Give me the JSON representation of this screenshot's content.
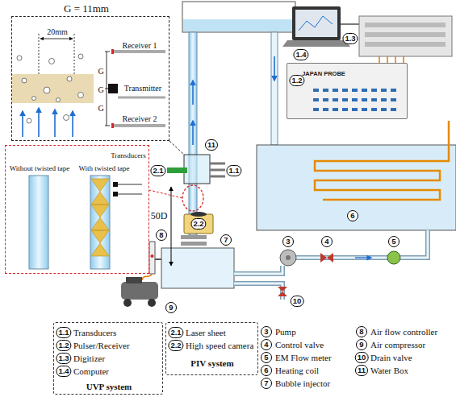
{
  "diagram": {
    "nodes": [
      {
        "text": [
          "20mm",
          "Receiver 1",
          "G",
          "G",
          "Transmitter",
          "G",
          "Receiver 2"
        ]
      },
      {
        "text": [
          "Transducers",
          "Without twisted tape",
          "With twisted tape"
        ]
      },
      {
        "text": [
          "JAPAN PROBE"
        ]
      },
      {
        "text": [
          "1.1",
          "Transducers",
          "1.2",
          "Pulser/Receiver",
          "1.3",
          "Digitizer",
          "1.4",
          "Computer",
          "UVP system"
        ]
      },
      {
        "text": [
          "2.1",
          "Laser sheet",
          "2.2",
          "High speed camera",
          "PIV system"
        ]
      }
    ],
    "labels": [
      "G = 11mm",
      "1.1",
      "11",
      "2.1",
      "50D",
      "2.2",
      "8",
      "7",
      "9",
      "3",
      "4",
      "5",
      "6",
      "10",
      "1.4",
      "1.3",
      "1.2",
      "3",
      "Pump",
      "4",
      "Control valve",
      "5",
      "EM Flow meter",
      "6",
      "Heating coil",
      "7",
      "Bubble injector",
      "8",
      "Air flow controller",
      "9",
      "Air compressor",
      "10",
      "Drain valve",
      "11",
      "Water Box"
    ]
  }
}
